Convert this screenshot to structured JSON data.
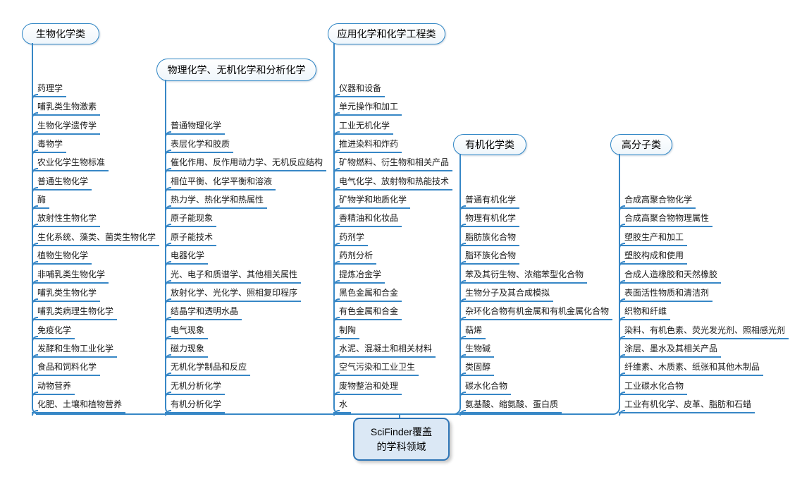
{
  "root": {
    "line1": "SciFinder覆盖",
    "line2": "的学科领域"
  },
  "colors": {
    "line_blue": "#3787c6",
    "bubble_border": "#2f86c5",
    "root_border": "#2e75b6",
    "root_fill": "#dbe8f5"
  },
  "branches": [
    {
      "label": "生物化学类",
      "items": [
        "药理学",
        "哺乳类生物激素",
        "生物化学遗传学",
        "毒物学",
        "农业化学生物标准",
        "普通生物化学",
        "酶",
        "放射性生物化学",
        "生化系统、藻类、菌类生物化学",
        "植物生物化学",
        "非哺乳类生物化学",
        "哺乳类生物化学",
        "哺乳类病理生物化学",
        "免疫化学",
        "发酵和生物工业化学",
        "食品和饲料化学",
        "动物营养",
        "化肥、土壤和植物营养"
      ]
    },
    {
      "label": "物理化学、无机化学和分析化学",
      "items": [
        "普通物理化学",
        "表层化学和胶质",
        "催化作用、反作用动力学、无机反应结构",
        "相位平衡、化学平衡和溶液",
        "热力学、热化学和热属性",
        "原子能现象",
        "原子能技术",
        "电器化学",
        "光、电子和质谱学、其他相关属性",
        "放射化学、光化学、照相复印程序",
        "结晶学和透明水晶",
        "电气现象",
        "磁力现象",
        "无机化学制品和反应",
        "无机分析化学",
        "有机分析化学"
      ]
    },
    {
      "label": "应用化学和化学工程类",
      "items": [
        "仪器和设备",
        "单元操作和加工",
        "工业无机化学",
        "推进染料和炸药",
        "矿物燃料、衍生物和相关产品",
        "电气化学、放射物和热能技术",
        "矿物学和地质化学",
        "香精油和化妆品",
        "药剂学",
        "药剂分析",
        "提炼冶金学",
        "黑色金属和合金",
        "有色金属和合金",
        "制陶",
        "水泥、混凝土和相关材料",
        "空气污染和工业卫生",
        "废物整治和处理",
        "水"
      ]
    },
    {
      "label": "有机化学类",
      "items": [
        "普通有机化学",
        "物理有机化学",
        "脂肪族化合物",
        "脂环族化合物",
        "苯及其衍生物、浓缩苯型化合物",
        "生物分子及其合成模拟",
        "杂环化合物有机金属和有机金属化合物",
        "萜烯",
        "生物碱",
        "类固醇",
        "碳水化合物",
        "氨基酸、缩氨酸、蛋白质"
      ]
    },
    {
      "label": "高分子类",
      "items": [
        "合成高聚合物化学",
        "合成高聚合物物理属性",
        "塑胶生产和加工",
        "塑胶构成和使用",
        "合成人造橡胶和天然橡胶",
        "表面活性物质和清洁剂",
        "织物和纤维",
        "染料、有机色素、荧光发光剂、照相感光剂",
        "涂层、墨水及其相关产品",
        "纤维素、木质素、纸张和其他木制品",
        "工业碳水化合物",
        "工业有机化学、皮革、脂肪和石蜡"
      ]
    }
  ]
}
